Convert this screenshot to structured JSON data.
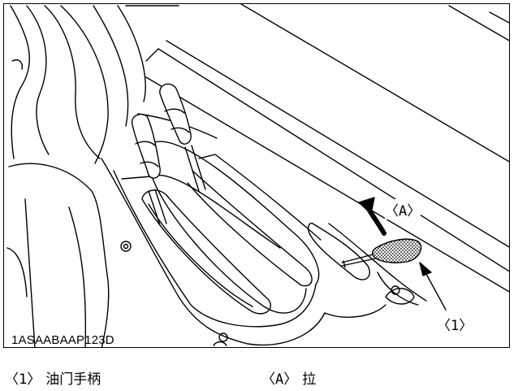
{
  "figure": {
    "code": "1ASAABAAP123D",
    "callouts": {
      "a": "〈A〉",
      "one": "〈1〉"
    }
  },
  "legend": [
    {
      "key": "〈1〉",
      "text": "油门手柄"
    },
    {
      "key": "〈A〉",
      "text": "拉"
    }
  ],
  "colors": {
    "line": "#000000",
    "background": "#ffffff"
  }
}
